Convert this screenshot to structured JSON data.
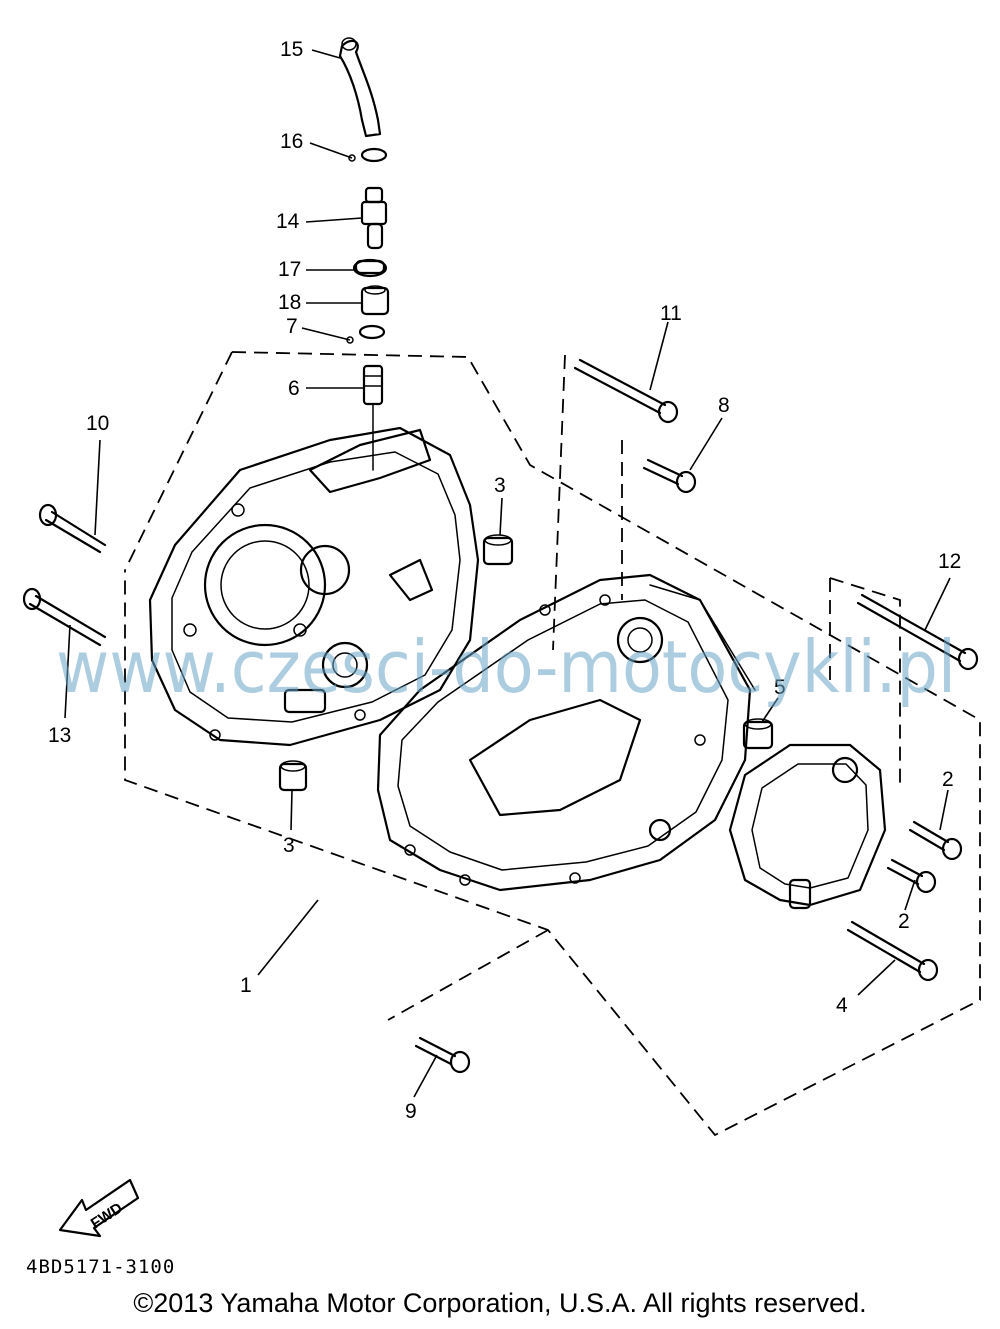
{
  "callouts": [
    {
      "id": "15",
      "label": "15"
    },
    {
      "id": "16",
      "label": "16"
    },
    {
      "id": "14",
      "label": "14"
    },
    {
      "id": "17",
      "label": "17"
    },
    {
      "id": "18",
      "label": "18"
    },
    {
      "id": "7",
      "label": "7"
    },
    {
      "id": "6",
      "label": "6"
    },
    {
      "id": "11",
      "label": "11"
    },
    {
      "id": "8",
      "label": "8"
    },
    {
      "id": "10",
      "label": "10"
    },
    {
      "id": "3a",
      "label": "3"
    },
    {
      "id": "12",
      "label": "12"
    },
    {
      "id": "13",
      "label": "13"
    },
    {
      "id": "5",
      "label": "5"
    },
    {
      "id": "2a",
      "label": "2"
    },
    {
      "id": "3b",
      "label": "3"
    },
    {
      "id": "2b",
      "label": "2"
    },
    {
      "id": "1",
      "label": "1"
    },
    {
      "id": "4",
      "label": "4"
    },
    {
      "id": "9",
      "label": "9"
    }
  ],
  "fwd_label": "FWD",
  "watermark": "www.czesci-do-motocykli.pl",
  "part_code": "4BD5171-3100",
  "copyright": "©2013 Yamaha Motor Corporation, U.S.A. All rights reserved.",
  "colors": {
    "ink": "#000000",
    "watermark": "#6aa6c8",
    "background": "#ffffff"
  }
}
